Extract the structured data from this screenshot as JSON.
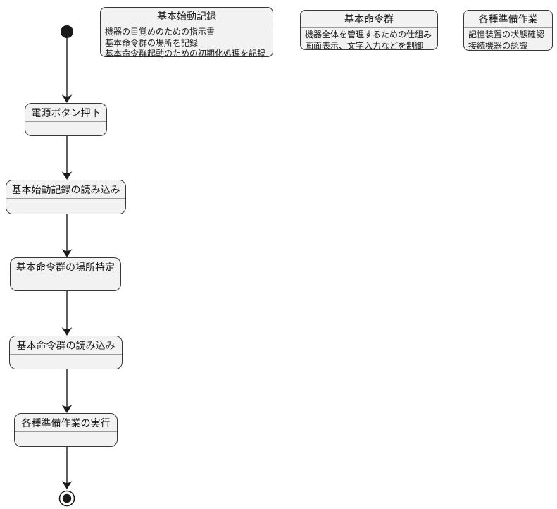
{
  "diagram": {
    "type": "state-flow-diagram",
    "background": "#ffffff",
    "colors": {
      "node_fill": "#f2f2f2",
      "node_border": "#383838",
      "divider": "#999999",
      "text": "#1a1a1a",
      "arrow": "#1a1a1a"
    },
    "start_node": "start-filled-circle",
    "end_node": "end-bullseye-circle",
    "steps": [
      {
        "label": "電源ボタン押下"
      },
      {
        "label": "基本始動記録の読み込み"
      },
      {
        "label": "基本命令群の場所特定"
      },
      {
        "label": "基本命令群の読み込み"
      },
      {
        "label": "各種準備作業の実行"
      }
    ],
    "notes": [
      {
        "title": "基本始動記録",
        "lines": [
          "機器の目覚めのための指示書",
          "基本命令群の場所を記録",
          "基本命令群起動のための初期化処理を記録"
        ]
      },
      {
        "title": "基本命令群",
        "lines": [
          "機器全体を管理するための仕組み",
          "画面表示、文字入力などを制御"
        ]
      },
      {
        "title": "各種準備作業",
        "lines": [
          "記憶装置の状態確認",
          "接続機器の認識"
        ]
      }
    ]
  }
}
